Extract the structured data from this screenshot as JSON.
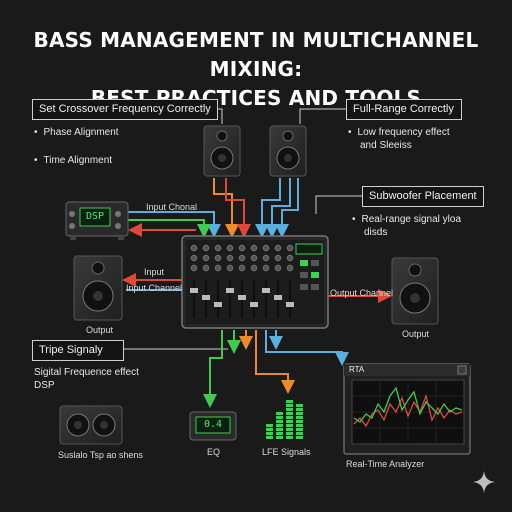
{
  "title_line1": "BASS MANAGEMENT IN MULTICHANNEL MIXING:",
  "title_line2": "BEST PRACTICES AND TOOLS",
  "crossover": {
    "heading": "Set Crossover Frequency Correctly",
    "items": [
      "Phase Alignment",
      "Time Alignment"
    ]
  },
  "fullrange": {
    "heading": "Full-Range Correctly",
    "desc_line1": "Low frequency effect",
    "desc_line2": "and Sleeiss"
  },
  "subwoofer": {
    "heading": "Subwoofer Placement",
    "desc_line1": "Real-range signal yloa",
    "desc_line2": "disds"
  },
  "dsp_unit": {
    "display": "DSP"
  },
  "labels": {
    "input_chonal": "Input Chonal",
    "input": "Input",
    "input_channel": "Input Channel",
    "output_left": "Output",
    "output_channel": "Output Channel",
    "output_right": "Output"
  },
  "tripe": {
    "heading": "Tripe Signaly",
    "desc_line1": "Sigital Frequence effect",
    "desc_line2": "DSP"
  },
  "bottom": {
    "speakers_label": "Suslalo Tsp ao shens",
    "eq_display": "0.4",
    "eq_label": "EQ",
    "lfe_label": "LFE Signals",
    "rta_title": "RTA",
    "rta_label": "Real-Time Analyzer"
  },
  "colors": {
    "background": "#1a1a1a",
    "wire_green": "#3ecb4f",
    "wire_orange": "#ef8a2a",
    "wire_blue": "#5aaee0",
    "wire_red": "#e0493a",
    "meter_green": "#39d353"
  }
}
